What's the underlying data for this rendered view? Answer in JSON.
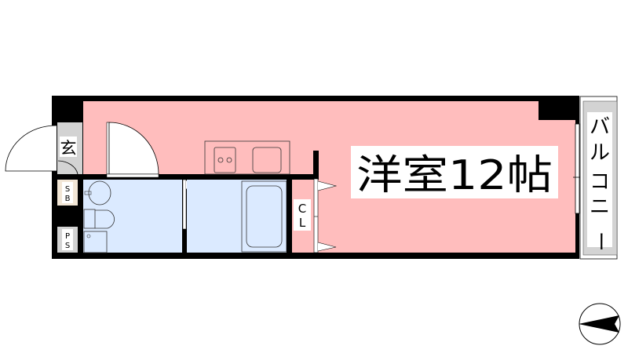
{
  "floor_plan": {
    "main_room_label": "洋室12帖",
    "entrance_label": "玄",
    "shoe_box_label": [
      "S",
      "B"
    ],
    "pipe_space_label": [
      "P",
      "S"
    ],
    "closet_label": [
      "C",
      "L"
    ],
    "balcony_label": [
      "バ",
      "ル",
      "コ",
      "ニ",
      "ー"
    ]
  },
  "colors": {
    "room": "#ffbdbd",
    "wet_area": "#dbeaff",
    "wall": "#000000",
    "entrance": "#d3d3d3",
    "shoe_box": "#f2e6d6"
  }
}
